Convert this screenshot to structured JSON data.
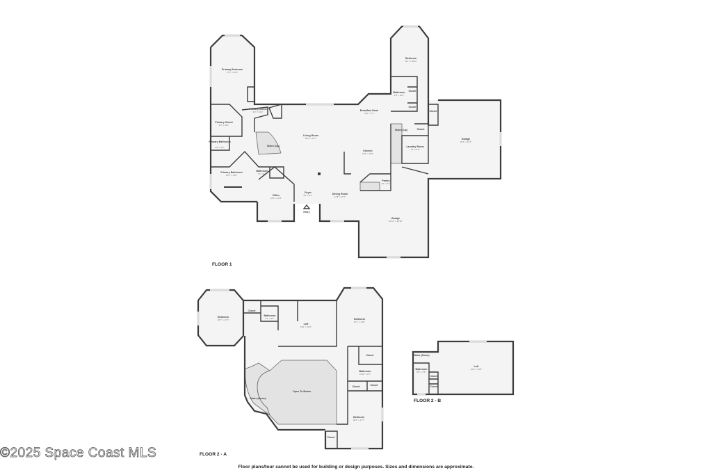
{
  "floors": [
    {
      "label": "FLOOR 1",
      "rooms": [
        {
          "name": "Primary Bedroom",
          "dims": "17'4\" x 20'4\""
        },
        {
          "name": "Primary Closet",
          "dims": "9'6\" x 6'10\""
        },
        {
          "name": "Primary Closet",
          "dims": "9'4\" x 10'8\""
        },
        {
          "name": "Primary Bathroom",
          "dims": "5'8\" x 3'2\""
        },
        {
          "name": "Primary Bathroom",
          "dims": "16'6\" x 16'8\""
        },
        {
          "name": "Bathroom",
          "dims": "7'1\" x 5'6\""
        },
        {
          "name": "Office",
          "dims": "12'8\" x 16'8\""
        },
        {
          "name": "Living Room",
          "dims": "28'0\" x 21'7\""
        },
        {
          "name": "Foyer",
          "dims": "8'6\" x 9'1\""
        },
        {
          "name": "Entry",
          "dims": ""
        },
        {
          "name": "Dining Room",
          "dims": "12'8\" x 15'7\""
        },
        {
          "name": "Breakfast Nook",
          "dims": "14'6\" x 7'1\""
        },
        {
          "name": "Kitchen",
          "dims": "16'6\" x 15'6\""
        },
        {
          "name": "Bedroom",
          "dims": "11'1\" x 16'11\""
        },
        {
          "name": "Bathroom",
          "dims": "5'8\" x 10'0\""
        },
        {
          "name": "Closet",
          "dims": ""
        },
        {
          "name": "Closet",
          "dims": ""
        },
        {
          "name": "Closet",
          "dims": ""
        },
        {
          "name": "Closet",
          "dims": ""
        },
        {
          "name": "Stairs (Up)",
          "dims": ""
        },
        {
          "name": "Stairs (Up)",
          "dims": ""
        },
        {
          "name": "Laundry Room",
          "dims": "7'6\" x 8'4\""
        },
        {
          "name": "Pantry",
          "dims": "4'2\" x 5'1\""
        },
        {
          "name": "Garage",
          "dims": "22'4\" x 24'7\""
        },
        {
          "name": "Garage",
          "dims": "21'10\" x 26'10\""
        }
      ]
    },
    {
      "label": "FLOOR 2 - A",
      "rooms": [
        {
          "name": "Bedroom",
          "dims": "20'7\" x 17'1\""
        },
        {
          "name": "Closet",
          "dims": ""
        },
        {
          "name": "Bathroom",
          "dims": "8'1\" x 9'1\""
        },
        {
          "name": "Loft",
          "dims": "16'4\" x 16'2\""
        },
        {
          "name": "Bedroom",
          "dims": "16'7\" x 24'0\""
        },
        {
          "name": "Closet",
          "dims": ""
        },
        {
          "name": "Bathroom",
          "dims": "10'10\" x 8'7\""
        },
        {
          "name": "Closet",
          "dims": ""
        },
        {
          "name": "Closet",
          "dims": ""
        },
        {
          "name": "Open To Below",
          "dims": ""
        },
        {
          "name": "Stairs (Down)",
          "dims": ""
        },
        {
          "name": "Bedroom",
          "dims": "18'6\" x 17'7\""
        },
        {
          "name": "Closet",
          "dims": ""
        }
      ]
    },
    {
      "label": "FLOOR 2 - B",
      "rooms": [
        {
          "name": "Stairs (Down)",
          "dims": ""
        },
        {
          "name": "Bathroom",
          "dims": "8'5\" x 5'6\""
        },
        {
          "name": "Closet",
          "dims": ""
        },
        {
          "name": "Closet",
          "dims": ""
        },
        {
          "name": "Loft",
          "dims": "20'8\" x 16'8\""
        }
      ]
    }
  ],
  "watermark": "©2025 Space Coast MLS",
  "disclaimer": "Floor plans/tour cannot be used for building or design purposes. Sizes and dimensions are approximate."
}
